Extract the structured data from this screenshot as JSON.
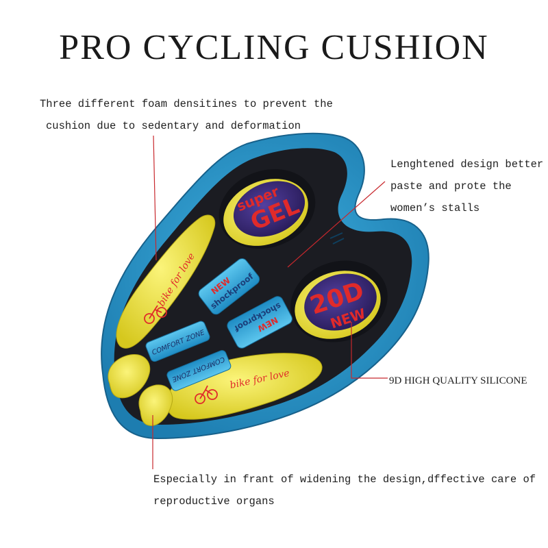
{
  "title": "PRO CYCLING CUSHION",
  "annotations": {
    "foam": {
      "line1": "Three different foam densitines to prevent the",
      "line2": "cushion due to sedentary and deformation"
    },
    "lengthened": {
      "line1": "Lenghtened design better",
      "line2": "paste and prote the",
      "line3": "women’s stalls"
    },
    "silicone": {
      "line1": "9D HIGH QUALITY SILICONE"
    },
    "front": {
      "line1": "Especially in frant of widening the design,dffective care of",
      "line2": "reproductive organs"
    }
  },
  "pad_labels": {
    "super": "super",
    "gel": "GEL",
    "twenty_d": "20D",
    "new": "NEW",
    "new_shockproof_a_new": "NEW",
    "new_shockproof_a": "shockproof",
    "new_shockproof_b_new": "NEW",
    "new_shockproof_b": "shockproof",
    "comfort_zone_a": "COMFORT ZONE",
    "comfort_zone_b": "COMFORT ZONE",
    "bike_for_love_a": "bike for love",
    "bike_for_love_b": "bike for love"
  },
  "colors": {
    "shell": "#2a93c8",
    "shell_dark": "#1a6f9c",
    "base": "#1b1c22",
    "yellow": "#f4ea3c",
    "purple": "#3b2a78",
    "cyan_panel": "#2fa9dd",
    "red_text": "#e02a2a",
    "leader_line": "#c8282d"
  }
}
